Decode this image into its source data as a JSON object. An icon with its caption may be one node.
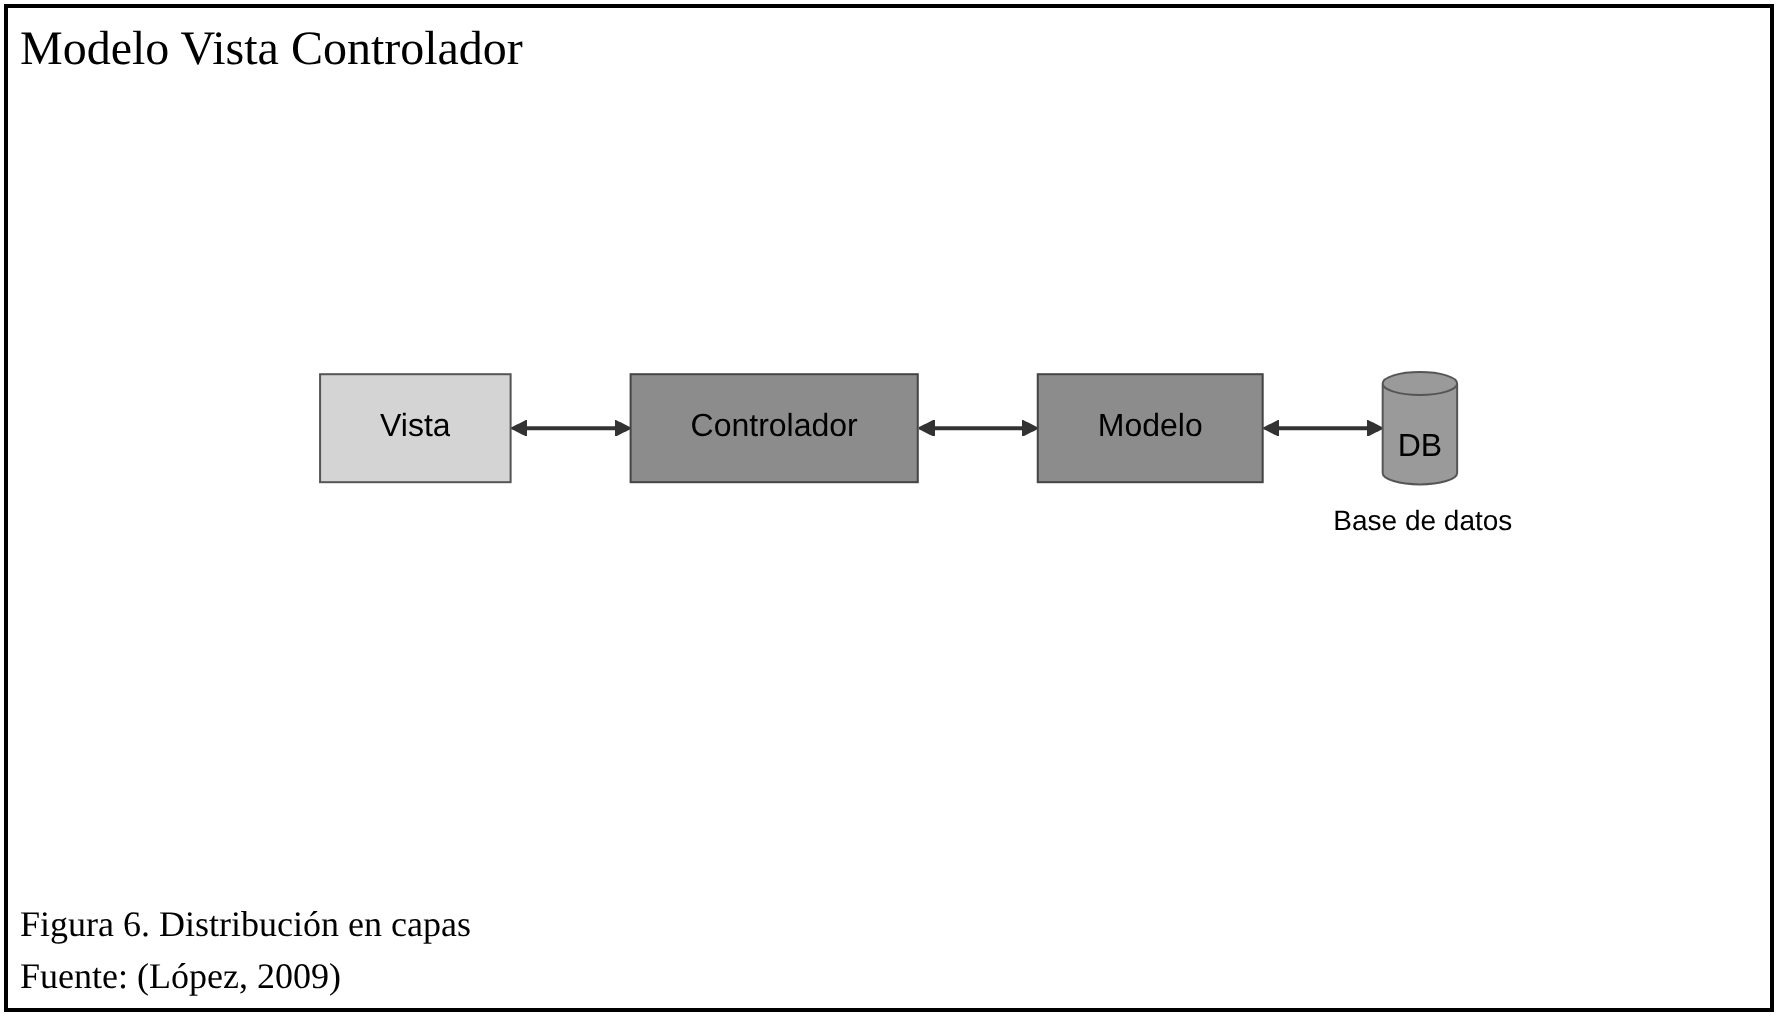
{
  "diagram": {
    "title": "Modelo Vista Controlador",
    "nodes": [
      {
        "text": [
          "Vista"
        ]
      },
      {
        "text": [
          "Controlador"
        ]
      },
      {
        "text": [
          "Modelo"
        ]
      },
      {
        "text": [
          "DB"
        ],
        "beside": [
          "Base de datos"
        ]
      }
    ],
    "edges": [
      {
        "from": 0,
        "to": 1,
        "arrow": "both"
      },
      {
        "from": 1,
        "to": 2,
        "arrow": "both"
      },
      {
        "from": 2,
        "to": 3,
        "arrow": "both"
      }
    ],
    "caption": "Figura 6. Distribución en capas",
    "labels": [
      "Fuente: (López, 2009)"
    ]
  }
}
